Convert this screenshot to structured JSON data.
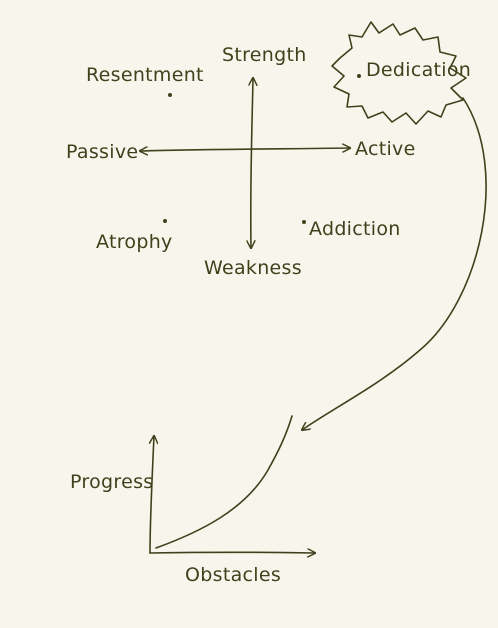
{
  "quadrant": {
    "axis_top": "Strength",
    "axis_bottom": "Weakness",
    "axis_left": "Passive",
    "axis_right": "Active",
    "quadrant_top_left": "Resentment",
    "quadrant_top_right": "Dedication",
    "quadrant_bottom_left": "Atrophy",
    "quadrant_bottom_right": "Addiction"
  },
  "graph": {
    "y_label": "Progress",
    "x_label": "Obstacles"
  },
  "colors": {
    "ink": "#3c431c",
    "paper": "#f8f6ec"
  }
}
